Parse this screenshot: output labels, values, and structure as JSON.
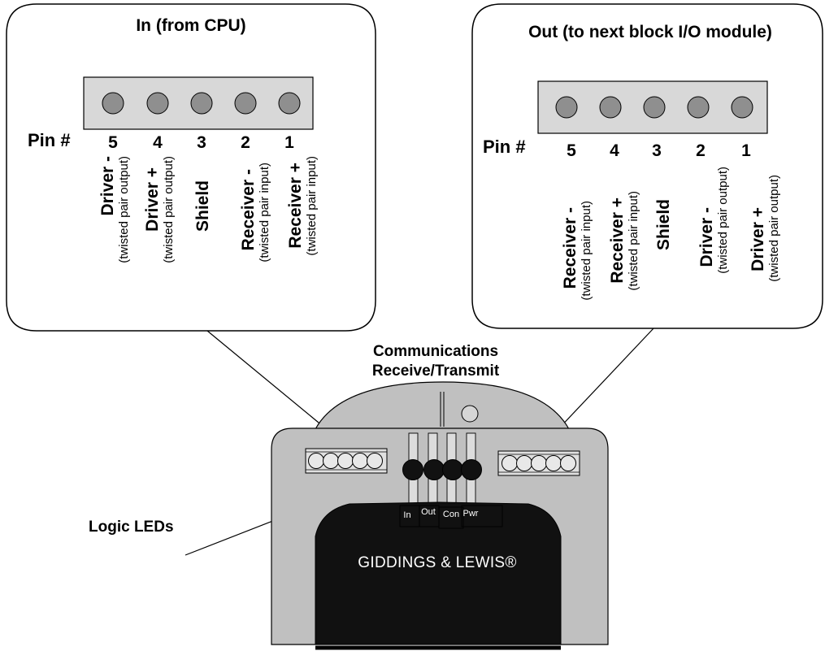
{
  "in_box": {
    "title": "In (from CPU)",
    "pin_label": "Pin #",
    "pins": [
      {
        "num": "5",
        "name": "Driver -",
        "detail": "(twisted pair output)"
      },
      {
        "num": "4",
        "name": "Driver +",
        "detail": "(twisted pair output)"
      },
      {
        "num": "3",
        "name": "Shield",
        "detail": ""
      },
      {
        "num": "2",
        "name": "Receiver -",
        "detail": "(twisted pair input)"
      },
      {
        "num": "1",
        "name": "Receiver +",
        "detail": "(twisted pair input)"
      }
    ]
  },
  "out_box": {
    "title": "Out (to next block I/O module)",
    "pin_label": "Pin #",
    "pins": [
      {
        "num": "5",
        "name": "Receiver -",
        "detail": "(twisted pair input)"
      },
      {
        "num": "4",
        "name": "Receiver +",
        "detail": "(twisted pair input)"
      },
      {
        "num": "3",
        "name": "Shield",
        "detail": ""
      },
      {
        "num": "2",
        "name": "Driver -",
        "detail": "(twisted pair output)"
      },
      {
        "num": "1",
        "name": "Driver +",
        "detail": "(twisted pair output)"
      }
    ]
  },
  "comm_label_line1": "Communications",
  "comm_label_line2": "Receive/Transmit",
  "logic_leds_label": "Logic LEDs",
  "led_labels": [
    "In",
    "Out",
    "Con",
    "Pwr"
  ],
  "brand": "GIDDINGS & LEWIS®",
  "colors": {
    "module_body": "#c0c0c0",
    "connector_panel": "#d8d8d8",
    "pin_fill": "#8f8f8f",
    "label_plate": "#111111"
  }
}
